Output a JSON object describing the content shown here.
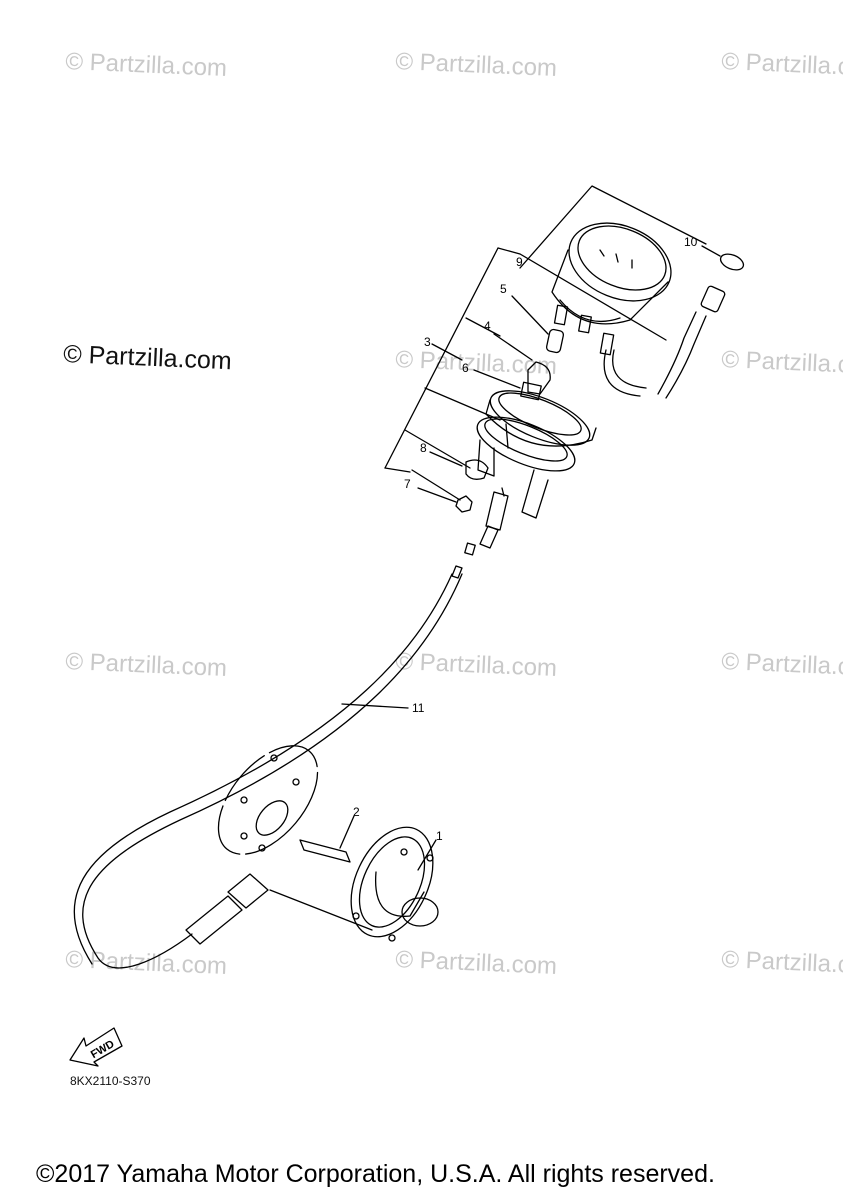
{
  "watermark": "© Partzilla.com",
  "brand_text": "© Partzilla.com",
  "diagram_code": "8KX2110-S370",
  "fwd_label": "FWD",
  "copyright": "©2017 Yamaha Motor Corporation, U.S.A. All rights reserved.",
  "callouts": [
    "1",
    "2",
    "3",
    "4",
    "5",
    "6",
    "7",
    "8",
    "9",
    "10",
    "11"
  ]
}
